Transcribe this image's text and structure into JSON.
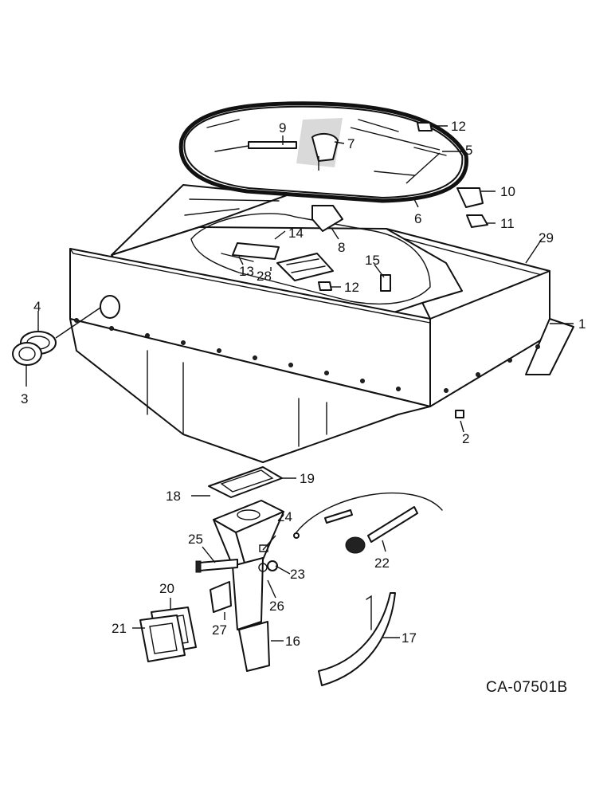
{
  "diagram": {
    "drawing_code": "CA-07501B",
    "callouts": {
      "p1": "1",
      "p2": "2",
      "p3": "3",
      "p4": "4",
      "p5": "5",
      "p6": "6",
      "p7": "7",
      "p8": "8",
      "p9": "9",
      "p10": "10",
      "p11": "11",
      "p12a": "12",
      "p12b": "12",
      "p13": "13",
      "p14": "14",
      "p15": "15",
      "p16": "16",
      "p17": "17",
      "p18": "18",
      "p19": "19",
      "p20": "20",
      "p21": "21",
      "p22": "22",
      "p23": "23",
      "p24": "24",
      "p25": "25",
      "p26": "26",
      "p27": "27",
      "p28": "28",
      "p29": "29"
    }
  }
}
